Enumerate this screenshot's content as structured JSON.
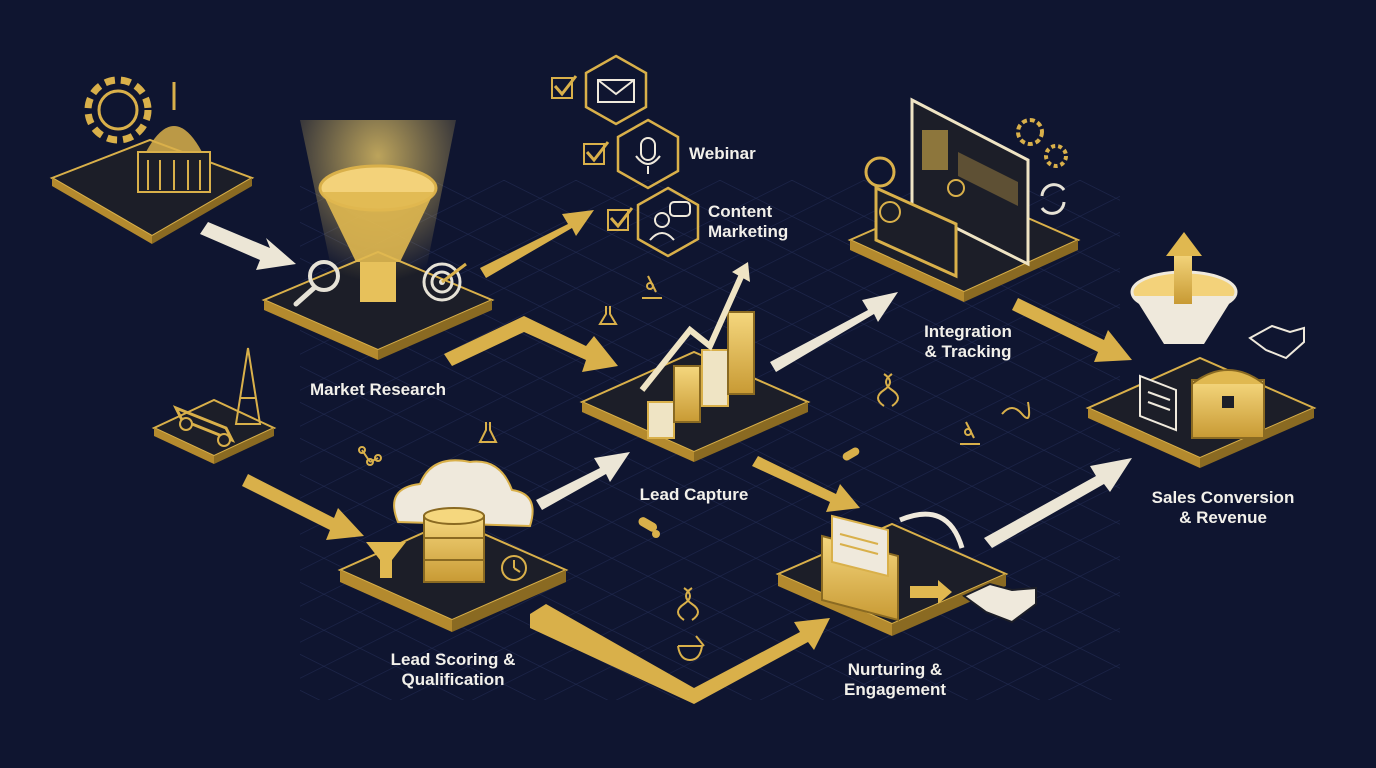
{
  "colors": {
    "background": "#0f1530",
    "gold": "#d9b04a",
    "gold_light": "#f3d27a",
    "cream": "#f2eee2",
    "platform": "#1d1f2a"
  },
  "stages": {
    "market_research": "Market Research",
    "lead_capture": "Lead Capture",
    "integration_tracking": "Integration\n& Tracking",
    "lead_scoring": "Lead Scoring &\nQualification",
    "nurturing": "Nurturing &\nEngagement",
    "sales_conversion": "Sales Conversion\n& Revenue"
  },
  "channels": {
    "email": {
      "label": "",
      "icon": "envelope-icon"
    },
    "webinar": {
      "label": "Webinar",
      "icon": "microphone-icon"
    },
    "content": {
      "label": "Content\nMarketing",
      "icon": "chat-person-icon"
    }
  },
  "icons": [
    "gear-icon",
    "capitol-dome-icon",
    "funnel-icon",
    "magnifier-icon",
    "target-icon",
    "bar-chart-icon",
    "growth-arrow-icon",
    "dashboard-icon",
    "refresh-icon",
    "race-car-icon",
    "eiffel-tower-icon",
    "cloud-icon",
    "database-icon",
    "clock-icon",
    "envelope-icon",
    "handshake-icon",
    "document-icon",
    "treasure-chest-icon",
    "microscope-icon",
    "flask-icon",
    "dna-icon",
    "capsule-icon",
    "mortar-icon"
  ]
}
